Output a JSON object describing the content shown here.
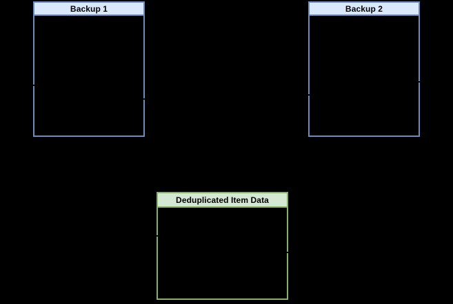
{
  "diagram": {
    "boxes": [
      {
        "id": "backup-1",
        "label": "Backup 1",
        "header_fill": "#dae8fc",
        "border_color": "#6c8ebf"
      },
      {
        "id": "backup-2",
        "label": "Backup 2",
        "header_fill": "#dae8fc",
        "border_color": "#6c8ebf"
      },
      {
        "id": "deduplicated-item-data",
        "label": "Deduplicated Item Data",
        "header_fill": "#d5e8d4",
        "border_color": "#82b366"
      }
    ],
    "colors": {
      "background": "#000000",
      "blue_fill": "#dae8fc",
      "blue_stroke": "#6c8ebf",
      "green_fill": "#d5e8d4",
      "green_stroke": "#82b366",
      "label_text": "#000000"
    }
  }
}
